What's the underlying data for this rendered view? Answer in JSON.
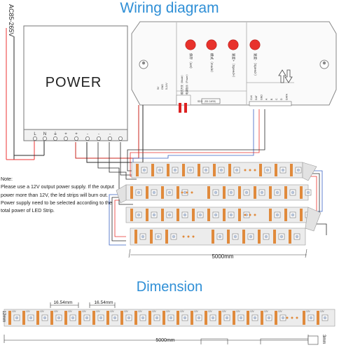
{
  "titles": {
    "wiring": "Wiring diagram",
    "dimension": "Dimension"
  },
  "power_supply": {
    "input_label": "AC85-265V",
    "label": "POWER",
    "terminals": [
      "L",
      "N",
      "⏚",
      "+",
      "+",
      "-",
      "-",
      "-"
    ]
  },
  "controller": {
    "buttons": [
      {
        "label": "保存（set）",
        "color": "#e8322c"
      },
      {
        "label": "模式（mode）",
        "color": "#e8322c"
      },
      {
        "label": "速度+（Speed+）",
        "color": "#e8322c"
      },
      {
        "label": "速度-（Speed-）",
        "color": "#e8322c"
      }
    ],
    "power_text": [
      "5-24V",
      "GND",
      "5V"
    ],
    "sd_label": "SD卡（SD CARD）",
    "left_ports": [
      "模式开关（Mode）",
      "电源指示（Power）"
    ],
    "right_ports": [
      "CLK",
      "DAT",
      "GND",
      "A",
      "B",
      "C",
      "D",
      "DATA"
    ]
  },
  "note_text": "Note:\nPlease use a 12V output power supply. If the output power more than 12V, the led strips will burn out. Power supply need to be selected according to the total power of LED Strip.",
  "strip_length": "5000mm",
  "dimension": {
    "pitch": "16.54mm",
    "pitch2": "16.54mm",
    "width": "12mm",
    "length": "5000mm",
    "thickness": "3mm",
    "chip_text": "12V"
  },
  "colors": {
    "title": "#2f8fd6",
    "strip_pcb": "#ebebeb",
    "pad": "#e08a3c",
    "button": "#e8322c",
    "wire_red": "#c8261e",
    "wire_blue": "#3a63c4"
  }
}
